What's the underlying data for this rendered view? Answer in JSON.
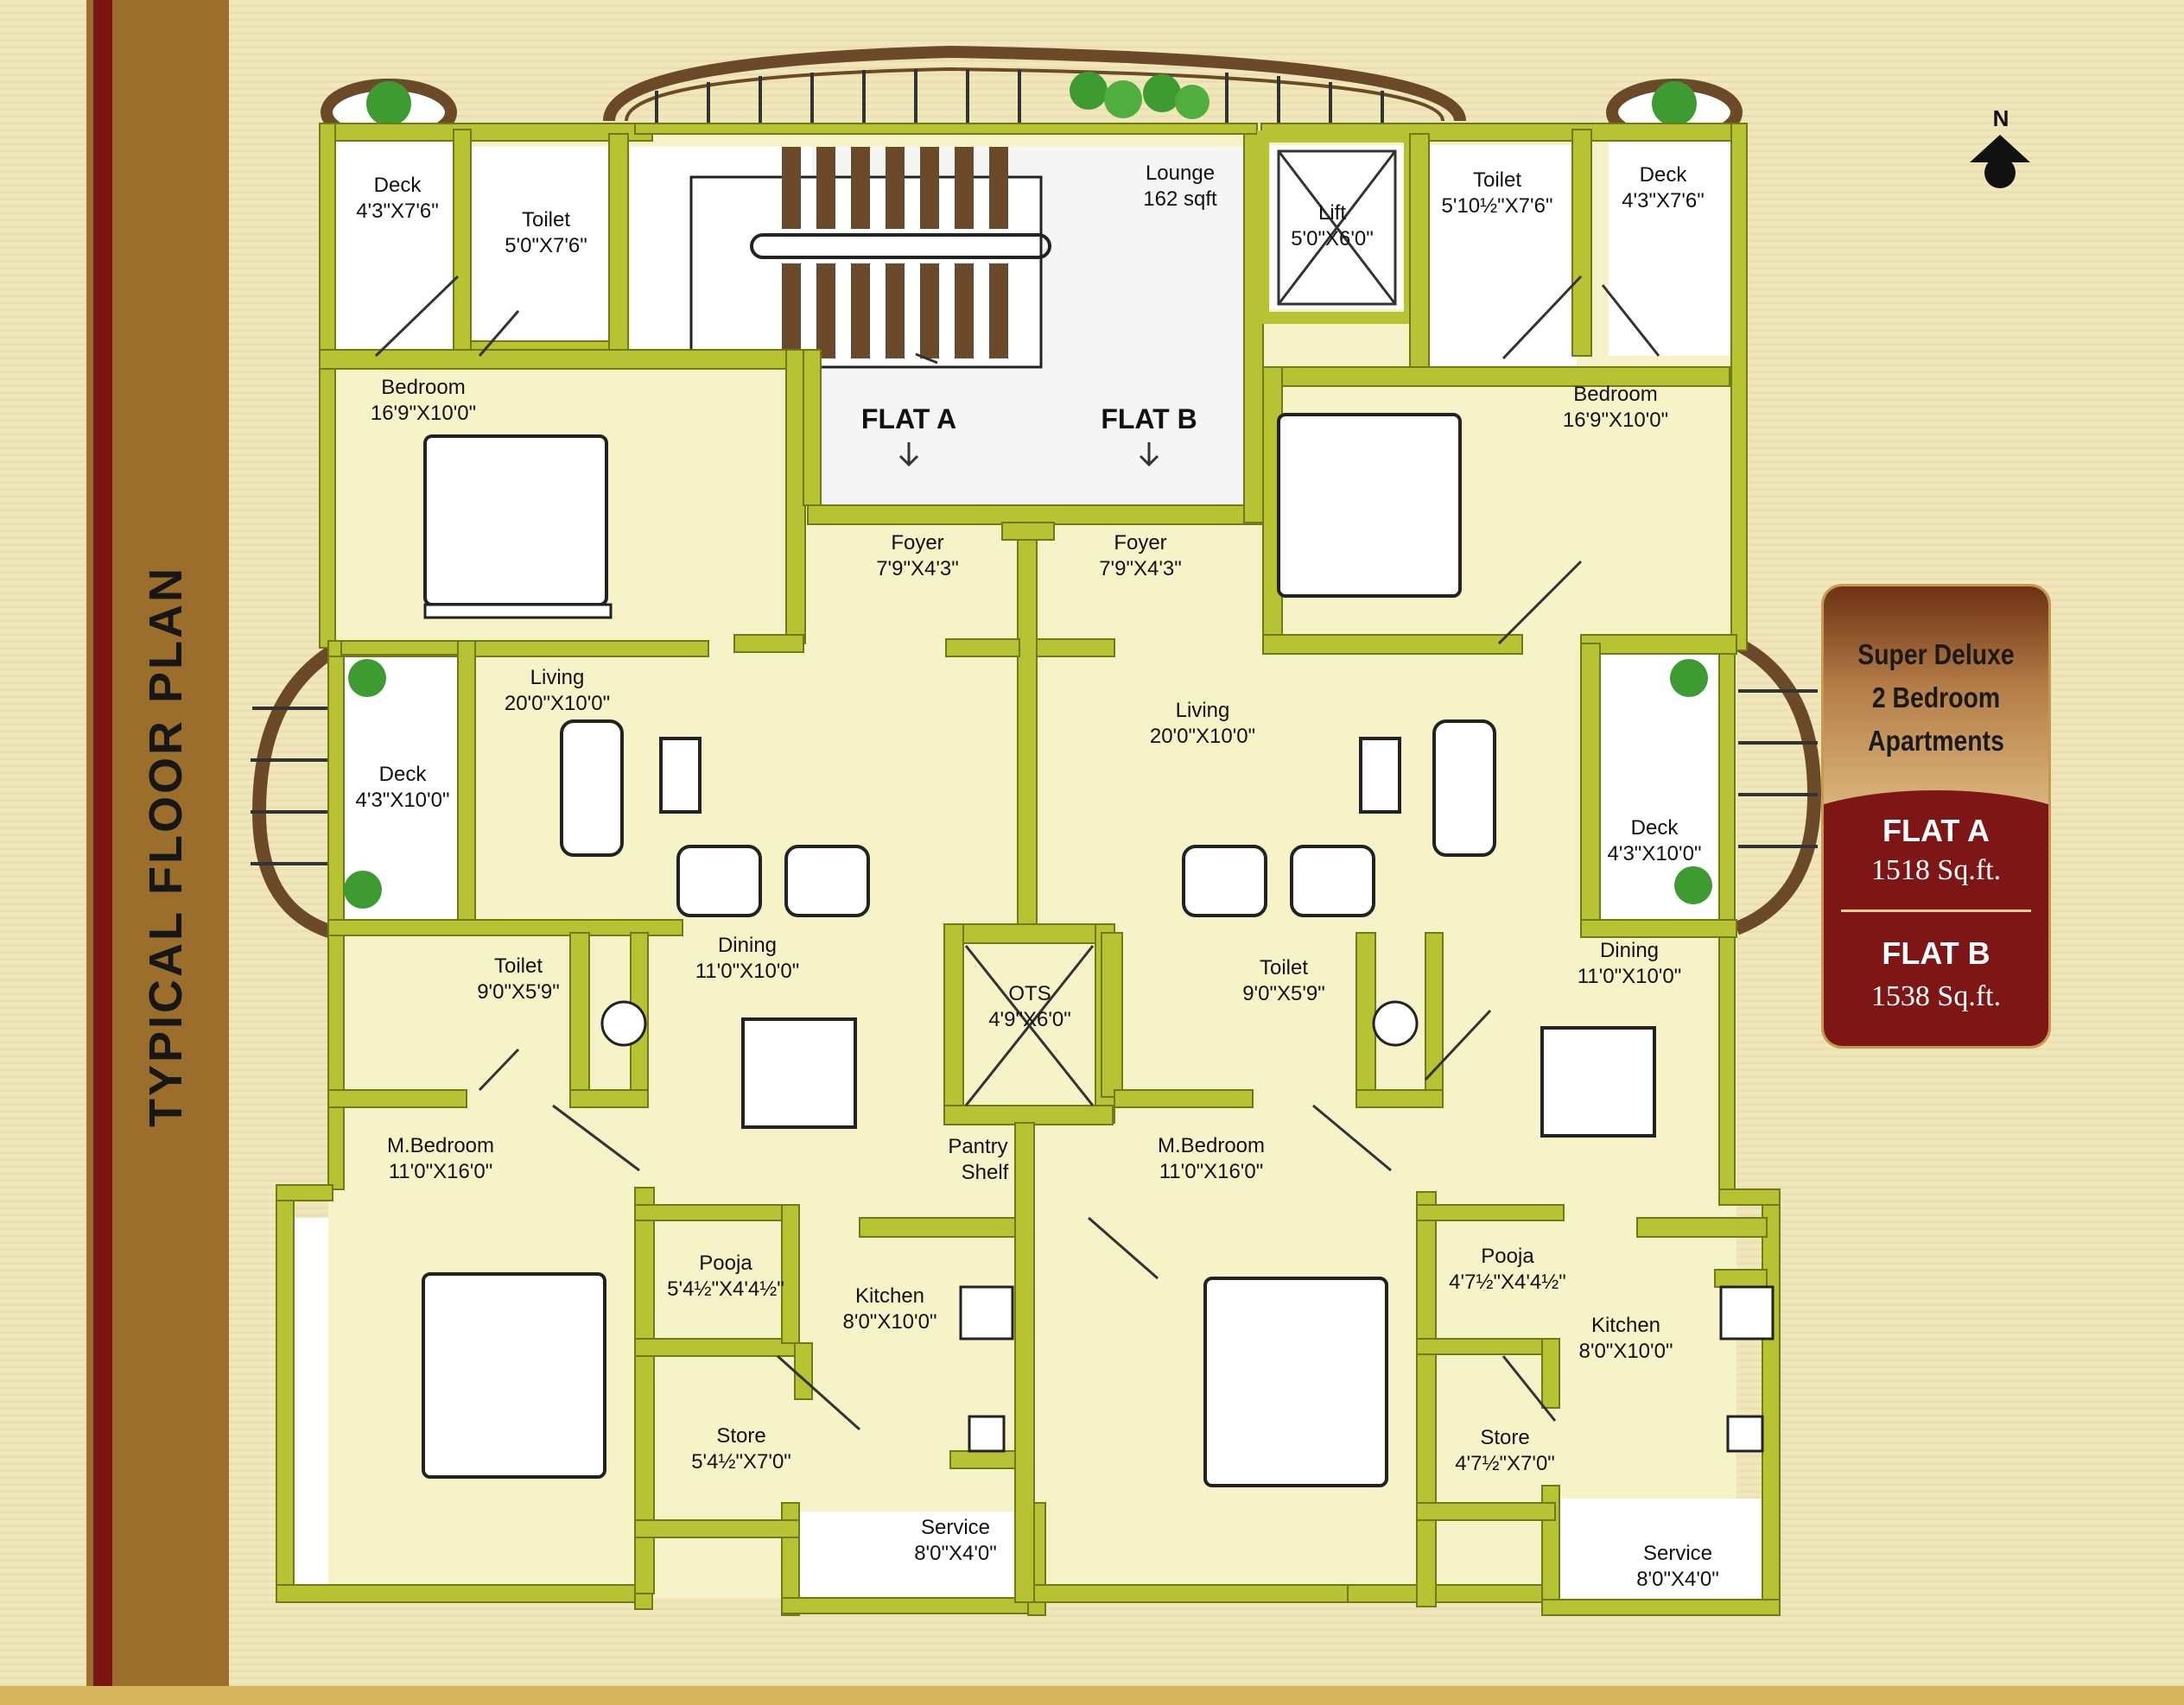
{
  "side_title": "TYPICAL FLOOR PLAN",
  "north_label": "N",
  "info_card": {
    "title_lines": [
      "Super Deluxe",
      "2 Bedroom",
      "Apartments"
    ],
    "flats": [
      {
        "name": "FLAT A",
        "area": "1518 Sq.ft."
      },
      {
        "name": "FLAT B",
        "area": "1538 Sq.ft."
      }
    ]
  },
  "flat_labels": {
    "a": "FLAT A",
    "b": "FLAT B"
  },
  "rooms": {
    "deck_top_left": {
      "name": "Deck",
      "dim": "4'3\"X7'6\""
    },
    "toilet_top_left": {
      "name": "Toilet",
      "dim": "5'0\"X7'6\""
    },
    "lounge": {
      "name": "Lounge",
      "dim": "162 sqft"
    },
    "lift": {
      "name": "Lift",
      "dim": "5'0\"X6'0\""
    },
    "toilet_top_right": {
      "name": "Toilet",
      "dim": "5'10½\"X7'6\""
    },
    "deck_top_right": {
      "name": "Deck",
      "dim": "4'3\"X7'6\""
    },
    "bedroom_a": {
      "name": "Bedroom",
      "dim": "16'9\"X10'0\""
    },
    "bedroom_b": {
      "name": "Bedroom",
      "dim": "16'9\"X10'0\""
    },
    "foyer_a": {
      "name": "Foyer",
      "dim": "7'9\"X4'3\""
    },
    "foyer_b": {
      "name": "Foyer",
      "dim": "7'9\"X4'3\""
    },
    "living_a": {
      "name": "Living",
      "dim": "20'0\"X10'0\""
    },
    "living_b": {
      "name": "Living",
      "dim": "20'0\"X10'0\""
    },
    "deck_mid_left": {
      "name": "Deck",
      "dim": "4'3\"X10'0\""
    },
    "deck_mid_right": {
      "name": "Deck",
      "dim": "4'3\"X10'0\""
    },
    "toilet_a": {
      "name": "Toilet",
      "dim": "9'0\"X5'9\""
    },
    "toilet_b": {
      "name": "Toilet",
      "dim": "9'0\"X5'9\""
    },
    "dining_a": {
      "name": "Dining",
      "dim": "11'0\"X10'0\""
    },
    "dining_b": {
      "name": "Dining",
      "dim": "11'0\"X10'0\""
    },
    "ots": {
      "name": "OTS",
      "dim": "4'9\"X6'0\""
    },
    "mbedroom_a": {
      "name": "M.Bedroom",
      "dim": "11'0\"X16'0\""
    },
    "mbedroom_b": {
      "name": "M.Bedroom",
      "dim": "11'0\"X16'0\""
    },
    "pantry": {
      "name": "Pantry",
      "dim": "Shelf"
    },
    "pooja_a": {
      "name": "Pooja",
      "dim": "5'4½\"X4'4½\""
    },
    "pooja_b": {
      "name": "Pooja",
      "dim": "4'7½\"X4'4½\""
    },
    "kitchen_a": {
      "name": "Kitchen",
      "dim": "8'0\"X10'0\""
    },
    "kitchen_b": {
      "name": "Kitchen",
      "dim": "8'0\"X10'0\""
    },
    "store_a": {
      "name": "Store",
      "dim": "5'4½\"X7'0\""
    },
    "store_b": {
      "name": "Store",
      "dim": "4'7½\"X7'0\""
    },
    "service_a": {
      "name": "Service",
      "dim": "8'0\"X4'0\""
    },
    "service_b": {
      "name": "Service",
      "dim": "8'0\"X4'0\""
    }
  }
}
